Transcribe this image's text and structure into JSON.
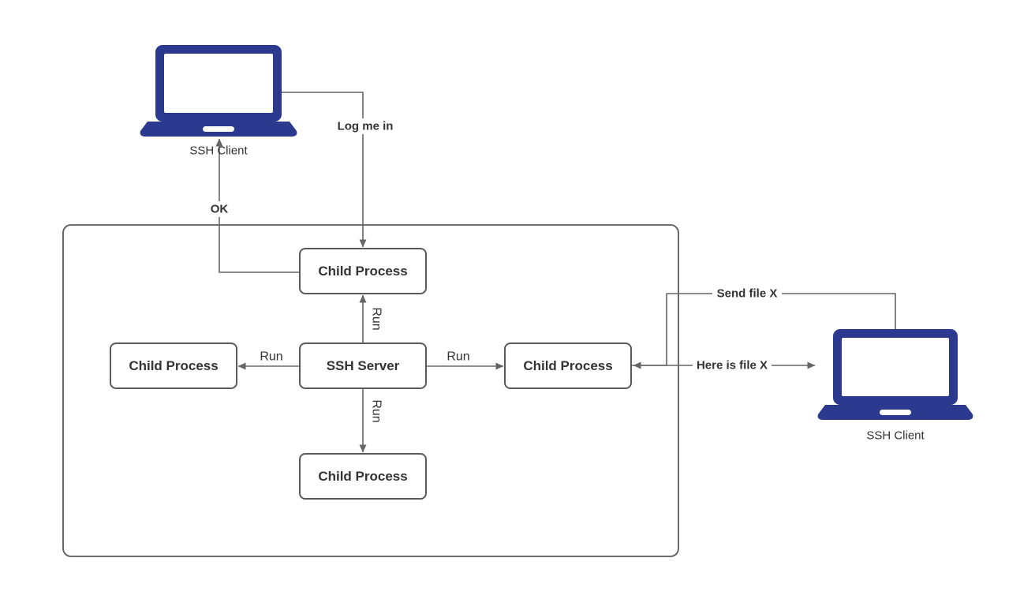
{
  "diagram": {
    "colors": {
      "laptop": "#2b3a8f",
      "line": "#666666",
      "node_border": "#595959",
      "text": "#333333",
      "background": "#ffffff"
    },
    "nodes": {
      "client_left": {
        "label": "SSH Client"
      },
      "client_right": {
        "label": "SSH Client"
      },
      "server": {
        "label": "SSH Server"
      },
      "child_top": {
        "label": "Child Process"
      },
      "child_left": {
        "label": "Child Process"
      },
      "child_right": {
        "label": "Child Process"
      },
      "child_bottom": {
        "label": "Child Process"
      }
    },
    "edges": {
      "log_me_in": {
        "label": "Log me in"
      },
      "ok": {
        "label": "OK"
      },
      "run_top": {
        "label": "Run"
      },
      "run_left": {
        "label": "Run"
      },
      "run_right": {
        "label": "Run"
      },
      "run_bottom": {
        "label": "Run"
      },
      "send_file_x": {
        "label": "Send file X"
      },
      "here_is_file_x": {
        "label": "Here is file X"
      }
    }
  }
}
